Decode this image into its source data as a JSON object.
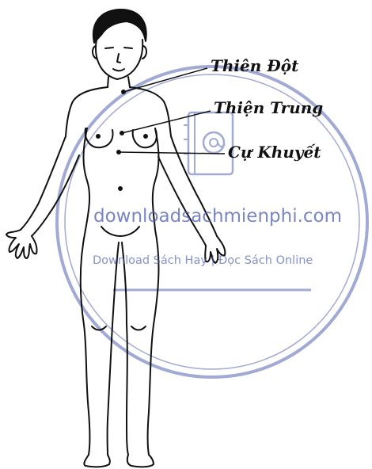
{
  "labels": {
    "thien_dot": "Thiên Đột",
    "thien_trung": "Thiện Trung",
    "cu_khuyet": "Cự Khuyết"
  },
  "watermark": {
    "site": "downloadsachmienphi.com",
    "tagline": "Download Sách Hay | Đọc Sách Online",
    "color": "#5563b4"
  },
  "colors": {
    "ink": "#111111",
    "background": "#ffffff"
  },
  "icons": {
    "watermark_badge": "at-sign-book-icon"
  }
}
